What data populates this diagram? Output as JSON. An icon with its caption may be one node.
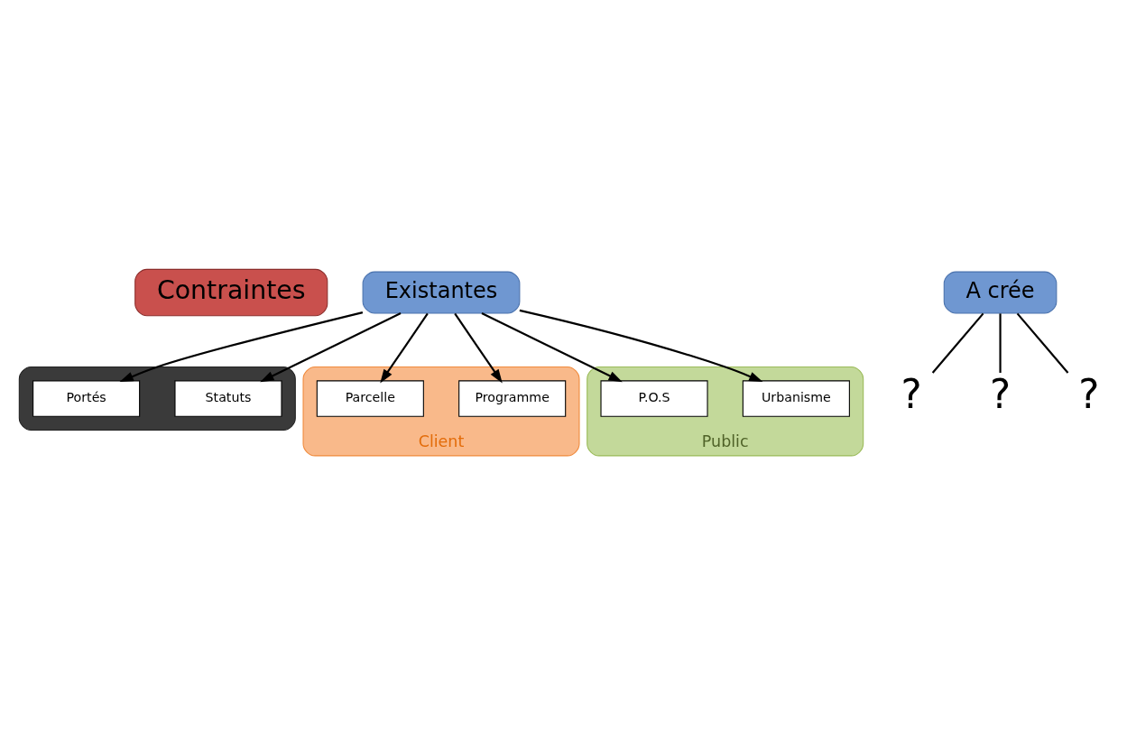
{
  "diagram": {
    "nodes": [
      {
        "text": [
          "Contraintes"
        ]
      },
      {
        "text": [
          "Existantes"
        ]
      },
      {
        "text": [
          "A crée"
        ]
      },
      {
        "text": [],
        "shape": "box"
      },
      {
        "text": [
          "Statuts"
        ],
        "in": 3
      },
      {
        "text": [
          "Portés"
        ],
        "in": 3
      },
      {
        "text": [
          "Client"
        ]
      },
      {
        "text": [
          "Programme"
        ],
        "in": 6
      },
      {
        "text": [
          "Parcelle"
        ],
        "in": 6
      },
      {
        "text": [
          "Public"
        ]
      },
      {
        "text": [
          "Urbanisme"
        ],
        "in": 9
      },
      {
        "text": [
          "P.O.S"
        ],
        "in": 9
      },
      {
        "text": [
          "?"
        ]
      },
      {
        "text": [
          "?"
        ]
      },
      {
        "text": [
          "?"
        ]
      }
    ],
    "edges": [
      {
        "from": 1,
        "to": 4,
        "arrow": "to"
      },
      {
        "from": 1,
        "to": 5,
        "arrow": "to"
      },
      {
        "from": 1,
        "to": 7,
        "arrow": "to"
      },
      {
        "from": 1,
        "to": 8,
        "arrow": "to"
      },
      {
        "from": 1,
        "to": 10,
        "arrow": "to"
      },
      {
        "from": 1,
        "to": 11,
        "arrow": "to"
      },
      {
        "from": 2,
        "to": 12,
        "arrow": "none"
      },
      {
        "from": 2,
        "to": 13,
        "arrow": "none"
      },
      {
        "from": 2,
        "to": 14,
        "arrow": "none"
      }
    ]
  }
}
